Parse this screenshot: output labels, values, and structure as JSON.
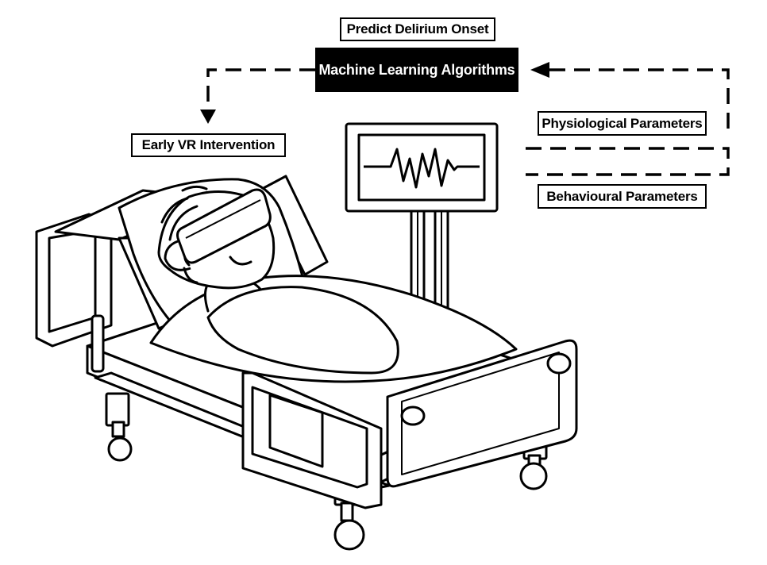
{
  "diagram": {
    "predict_label": "Predict Delirium Onset",
    "ml_label": "Machine Learning Algorithms",
    "intervention_label": "Early VR Intervention",
    "physiological_label": "Physiological Parameters",
    "behavioural_label": "Behavioural Parameters"
  },
  "colors": {
    "line": "#000000",
    "background": "#ffffff",
    "ml_box_fill": "#000000",
    "ml_box_text": "#ffffff"
  },
  "icons": [
    "hospital-bed-icon",
    "patient-icon",
    "vr-headset-icon",
    "vital-signs-monitor-icon"
  ]
}
